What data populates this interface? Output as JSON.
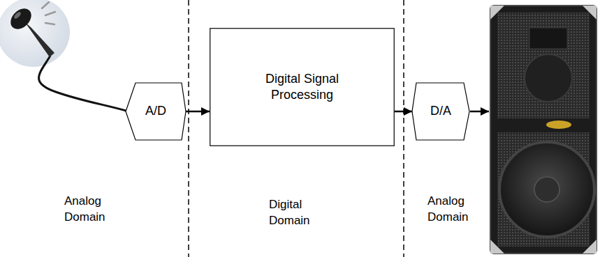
{
  "diagram": {
    "nodes": [
      {
        "text": [
          "A/D"
        ]
      },
      {
        "text": [
          "Digital Signal Processing"
        ]
      },
      {
        "text": [
          "D/A"
        ]
      }
    ],
    "edges": [
      {
        "from": 0,
        "to": 1,
        "arrow": "to"
      },
      {
        "from": 1,
        "to": 2,
        "arrow": "to"
      }
    ],
    "labels": [
      "Analog Domain",
      "Digital Domain",
      "Analog Domain"
    ]
  }
}
